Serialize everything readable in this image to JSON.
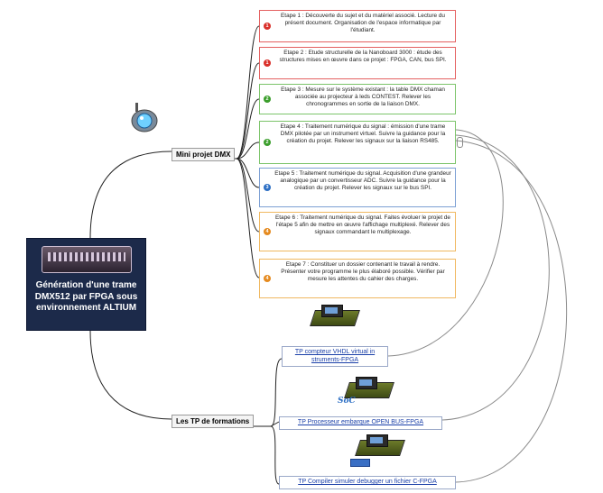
{
  "central": {
    "title": "Génération d'une trame DMX512 par FPGA sous environnement ALTIUM",
    "icon": "dmx-console-image"
  },
  "branches": {
    "mini_projet": "Mini projet  DMX",
    "tp_formations": "Les TP de formations"
  },
  "steps": [
    {
      "text": "Etape 1 : Découverte du sujet et du matériel associé. Lecture du présent document. Organisation de l'espace informatique par l'étudiant.",
      "badge": "1",
      "color": "#d9302a",
      "border": "#e46060"
    },
    {
      "text": "Etape 2 : Etude structurelle de la Nanoboard 3000 : étude des structures mises en œuvre dans ce projet : FPGA, CAN, bus SPI.",
      "badge": "1",
      "color": "#d9302a",
      "border": "#e46060"
    },
    {
      "text": "Etape 3 : Mesure sur le système existant : la table DMX chaman associée au projecteur à leds CONTEST. Relever les chronogrammes en sortie de la liaison DMX.",
      "badge": "2",
      "color": "#3b9e2c",
      "border": "#7cc46a"
    },
    {
      "text": "Etape 4 : Traitement numérique du signal : émission d'une trame DMX pilotée par un instrument virtuel. Suivre la guidance pour la création du projet. Relever les signaux sur la liaison RS485.",
      "badge": "2",
      "color": "#3b9e2c",
      "border": "#7cc46a"
    },
    {
      "text": "Etape 5 : Traitement numérique du signal. Acquisition d'une grandeur analogique par un convertisseur ADC. Suivre la guidance pour la création du projet. Relever les signaux sur le bus SPI.",
      "badge": "3",
      "color": "#2d6fc4",
      "border": "#7c9fd4"
    },
    {
      "text": "Etape 6 : Traitement numérique du signal. Faites évoluer le projet de l'étape 5 afin de mettre en œuvre l'affichage multiplexé. Relever des signaux commandant le multiplexage.",
      "badge": "4",
      "color": "#e58a1f",
      "border": "#f0b860"
    },
    {
      "text": "Etape 7 : Constituer un dossier contenant le travail à rendre. Présenter votre programme le plus élaboré possible. Vérifier par mesure les attentes du cahier des charges.",
      "badge": "4",
      "color": "#e58a1f",
      "border": "#f0b860"
    }
  ],
  "tp_links": [
    {
      "text": "TP compteur VHDL virtual in struments-FPGA",
      "icon": "fpga-board-image"
    },
    {
      "text": "TP Processeur embarque OPEN BUS-FPGA",
      "icon": "soc-board-image",
      "logo": "SoC"
    },
    {
      "text": "TP Compiler simuler debugger un fichier C-FPGA",
      "icon": "debug-board-image"
    }
  ],
  "colors": {
    "central_bg": "#1c2a4a",
    "line": "#222222",
    "relation": "#8a8a8a"
  }
}
